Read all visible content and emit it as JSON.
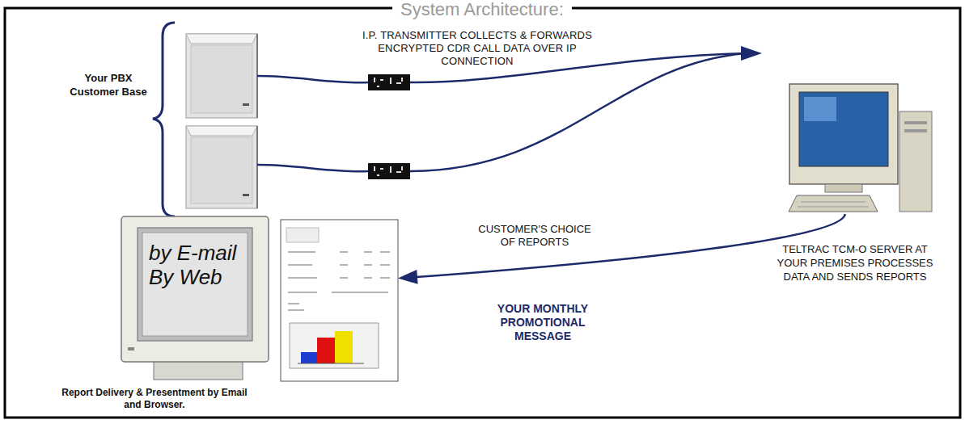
{
  "diagram": {
    "title": "System Architecture:",
    "nodes": [
      {
        "text": [
          "TELTRAC TCM-O SERVER AT YOUR PREMISES PROCESSES DATA AND SENDS REPORTS"
        ]
      },
      {
        "text": [
          "by E-mail By Web",
          "Report Delivery & Presentment by Email and Browser."
        ]
      }
    ],
    "edges": [
      {
        "from": 0,
        "to": 1,
        "arrow": "to"
      }
    ],
    "labels": [
      "I.P. TRANSMITTER COLLECTS & FORWARDS ENCRYPTED CDR CALL DATA OVER IP CONNECTION",
      "Your PBX Customer Base",
      "CUSTOMER'S CHOICE OF REPORTS",
      "YOUR MONTHLY PROMOTIONAL MESSAGE"
    ]
  }
}
